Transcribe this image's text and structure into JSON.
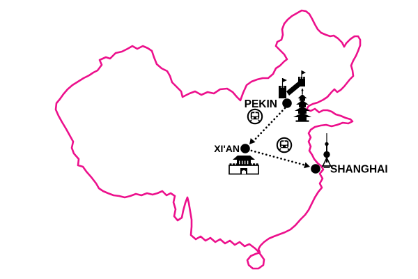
{
  "map": {
    "country": "China",
    "type": "travel-itinerary-map"
  },
  "colors": {
    "outline": "#EC108C",
    "ink": "#000000",
    "background": "#FFFFFF"
  },
  "cities": [
    {
      "name": "PEKIN",
      "marker": "dot",
      "landmarks": [
        "great-wall-icon",
        "pagoda-icon"
      ]
    },
    {
      "name": "XI'AN",
      "marker": "dot",
      "landmarks": [
        "city-wall-gate-icon"
      ]
    },
    {
      "name": "SHANGHAI",
      "marker": "dot",
      "landmarks": [
        "oriental-pearl-tower-icon"
      ]
    }
  ],
  "routes": [
    {
      "from": "PEKIN",
      "to": "XI'AN",
      "line_style": "dotted",
      "arrow": true,
      "transport_icon": "train-icon"
    },
    {
      "from": "XI'AN",
      "to": "SHANGHAI",
      "line_style": "dotted",
      "arrow": true,
      "transport_icon": "train-icon"
    }
  ]
}
